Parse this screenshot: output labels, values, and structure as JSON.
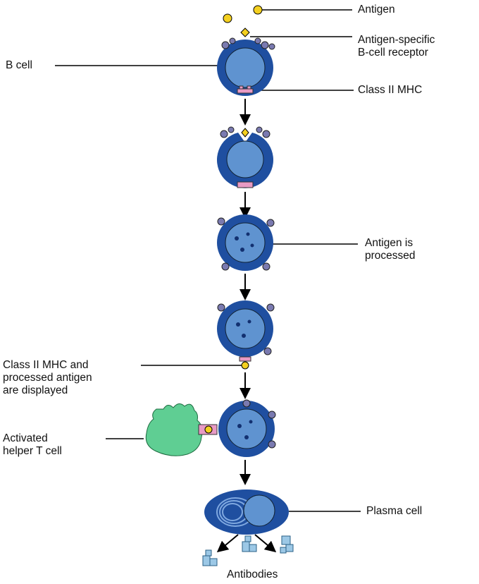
{
  "labels": {
    "antigen": "Antigen",
    "receptor_line1": "Antigen-specific",
    "receptor_line2": "B-cell receptor",
    "b_cell": "B cell",
    "class2_mhc": "Class II MHC",
    "processed_line1": "Antigen is",
    "processed_line2": "processed",
    "displayed_line1": "Class II MHC and",
    "displayed_line2": "processed antigen",
    "displayed_line3": "are displayed",
    "helper_line1": "Activated",
    "helper_line2": "helper T cell",
    "plasma_cell": "Plasma cell",
    "antibodies": "Antibodies"
  },
  "colors": {
    "membrane": "#1f4fa0",
    "nucleus": "#5f93d0",
    "mhc": "#e89ac4",
    "antigen": "#f4d020",
    "receptor": "#7a7ab0",
    "helper_t_cell": "#5fce93",
    "antibody": "#9cc8e6",
    "line": "#000000"
  }
}
